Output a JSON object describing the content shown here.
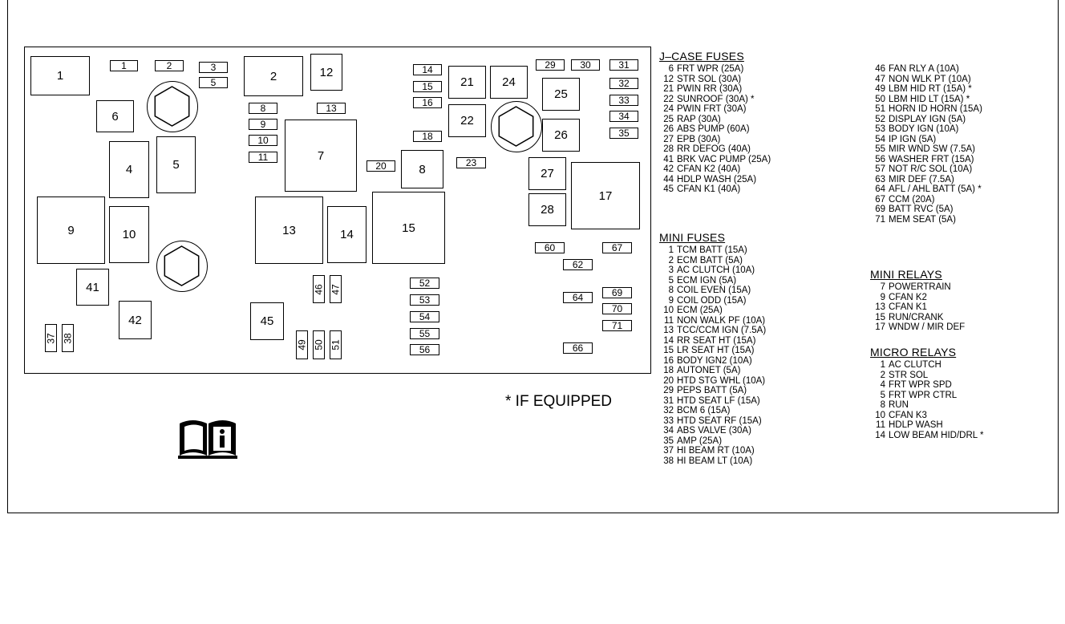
{
  "if_equipped": "* IF EQUIPPED",
  "icons": {
    "book": "info-book-icon",
    "bolt": "bolt-icon"
  },
  "blocks": {
    "b1": "1",
    "b2a": "2",
    "b2b": "2",
    "b3": "3",
    "b5a": "5",
    "b6": "6",
    "b4": "4",
    "b5b": "5",
    "b9": "9",
    "b10a": "10",
    "b41": "41",
    "b42": "42",
    "b37": "37",
    "b38": "38",
    "b12": "12",
    "b8a": "8",
    "b9b": "9",
    "b10b": "10",
    "b11": "11",
    "b13a": "13",
    "b7": "7",
    "b13b": "13",
    "b14a": "14",
    "b46": "46",
    "b47": "47",
    "b45": "45",
    "b49": "49",
    "b50": "50",
    "b51": "51",
    "b20": "20",
    "b8b": "8",
    "b14b": "14",
    "b15a": "15",
    "b16": "16",
    "b18": "18",
    "b15b": "15",
    "b52": "52",
    "b53": "53",
    "b54": "54",
    "b55": "55",
    "b56": "56",
    "b21": "21",
    "b24": "24",
    "b22": "22",
    "b23": "23",
    "b29": "29",
    "b30": "30",
    "b31": "31",
    "b32": "32",
    "b33": "33",
    "b34": "34",
    "b35": "35",
    "b25": "25",
    "b26": "26",
    "b27": "27",
    "b28": "28",
    "b17": "17",
    "b60": "60",
    "b67": "67",
    "b62": "62",
    "b64": "64",
    "b69": "69",
    "b70": "70",
    "b71": "71",
    "b66": "66"
  },
  "legend": {
    "jcase_title": "J–CASE FUSES",
    "jcase": [
      {
        "n": "6",
        "t": "FRT WPR  (25A)"
      },
      {
        "n": "12",
        "t": "STR SOL  (30A)"
      },
      {
        "n": "21",
        "t": "PWIN RR  (30A)"
      },
      {
        "n": "22",
        "t": "SUNROOF  (30A) *"
      },
      {
        "n": "24",
        "t": "PWIN FRT  (30A)"
      },
      {
        "n": "25",
        "t": "RAP  (30A)"
      },
      {
        "n": "26",
        "t": "ABS PUMP  (60A)"
      },
      {
        "n": "27",
        "t": "EPB  (30A)"
      },
      {
        "n": "28",
        "t": "RR DEFOG  (40A)"
      },
      {
        "n": "41",
        "t": "BRK VAC PUMP  (25A)"
      },
      {
        "n": "42",
        "t": "CFAN K2  (40A)"
      },
      {
        "n": "44",
        "t": "HDLP WASH  (25A)"
      },
      {
        "n": "45",
        "t": "CFAN K1  (40A)"
      }
    ],
    "jcase2": [
      {
        "n": "46",
        "t": "FAN RLY A  (10A)"
      },
      {
        "n": "47",
        "t": "NON WLK PT  (10A)"
      },
      {
        "n": "49",
        "t": "LBM HID RT  (15A) *"
      },
      {
        "n": "50",
        "t": "LBM HID LT  (15A) *"
      },
      {
        "n": "51",
        "t": "HORN ID HORN  (15A)"
      },
      {
        "n": "52",
        "t": "DISPLAY IGN  (5A)"
      },
      {
        "n": "53",
        "t": "BODY IGN  (10A)"
      },
      {
        "n": "54",
        "t": "IP IGN  (5A)"
      },
      {
        "n": "55",
        "t": "MIR WND SW  (7.5A)"
      },
      {
        "n": "56",
        "t": "WASHER FRT  (15A)"
      },
      {
        "n": "57",
        "t": "NOT R/C SOL  (10A)"
      },
      {
        "n": "63",
        "t": "MIR DEF  (7.5A)"
      },
      {
        "n": "64",
        "t": "AFL / AHL BATT  (5A)  *"
      },
      {
        "n": "67",
        "t": "CCM  (20A)"
      },
      {
        "n": "69",
        "t": "BATT RVC  (5A)"
      },
      {
        "n": "71",
        "t": "MEM SEAT  (5A)"
      }
    ],
    "mini_title": "MINI FUSES",
    "mini": [
      {
        "n": "1",
        "t": "TCM BATT  (15A)"
      },
      {
        "n": "2",
        "t": "ECM BATT  (5A)"
      },
      {
        "n": "3",
        "t": "AC CLUTCH  (10A)"
      },
      {
        "n": "5",
        "t": "ECM IGN  (5A)"
      },
      {
        "n": "8",
        "t": "COIL EVEN  (15A)"
      },
      {
        "n": "9",
        "t": "COIL ODD  (15A)"
      },
      {
        "n": "10",
        "t": "ECM  (25A)"
      },
      {
        "n": "11",
        "t": "NON WALK PF  (10A)"
      },
      {
        "n": "13",
        "t": "TCC/CCM IGN  (7.5A)"
      },
      {
        "n": "14",
        "t": "RR SEAT HT  (15A)"
      },
      {
        "n": "15",
        "t": "LR SEAT HT  (15A)"
      },
      {
        "n": "16",
        "t": "BODY IGN2  (10A)"
      },
      {
        "n": "18",
        "t": "AUTONET  (5A)"
      },
      {
        "n": "20",
        "t": "HTD STG WHL  (10A)"
      },
      {
        "n": "29",
        "t": "PEPS BATT  (5A)"
      },
      {
        "n": "31",
        "t": "HTD SEAT LF  (15A)"
      },
      {
        "n": "32",
        "t": "BCM 6  (15A)"
      },
      {
        "n": "33",
        "t": "HTD SEAT RF  (15A)"
      },
      {
        "n": "34",
        "t": "ABS VALVE  (30A)"
      },
      {
        "n": "35",
        "t": "AMP  (25A)"
      },
      {
        "n": "37",
        "t": "HI BEAM RT  (10A)"
      },
      {
        "n": "38",
        "t": "HI BEAM LT  (10A)"
      }
    ],
    "relays_title": "MINI RELAYS",
    "relays": [
      {
        "n": "7",
        "t": "POWERTRAIN"
      },
      {
        "n": "9",
        "t": "CFAN K2"
      },
      {
        "n": "13",
        "t": "CFAN K1"
      },
      {
        "n": "15",
        "t": "RUN/CRANK"
      },
      {
        "n": "17",
        "t": "WNDW / MIR DEF"
      }
    ],
    "micro_title": "MICRO RELAYS",
    "micro": [
      {
        "n": "1",
        "t": "AC CLUTCH"
      },
      {
        "n": "2",
        "t": "STR SOL"
      },
      {
        "n": "4",
        "t": "FRT WPR SPD"
      },
      {
        "n": "5",
        "t": "FRT WPR CTRL"
      },
      {
        "n": "8",
        "t": "RUN"
      },
      {
        "n": "10",
        "t": "CFAN K3"
      },
      {
        "n": "11",
        "t": "HDLP WASH"
      },
      {
        "n": "14",
        "t": "LOW BEAM HID/DRL  *"
      }
    ]
  }
}
